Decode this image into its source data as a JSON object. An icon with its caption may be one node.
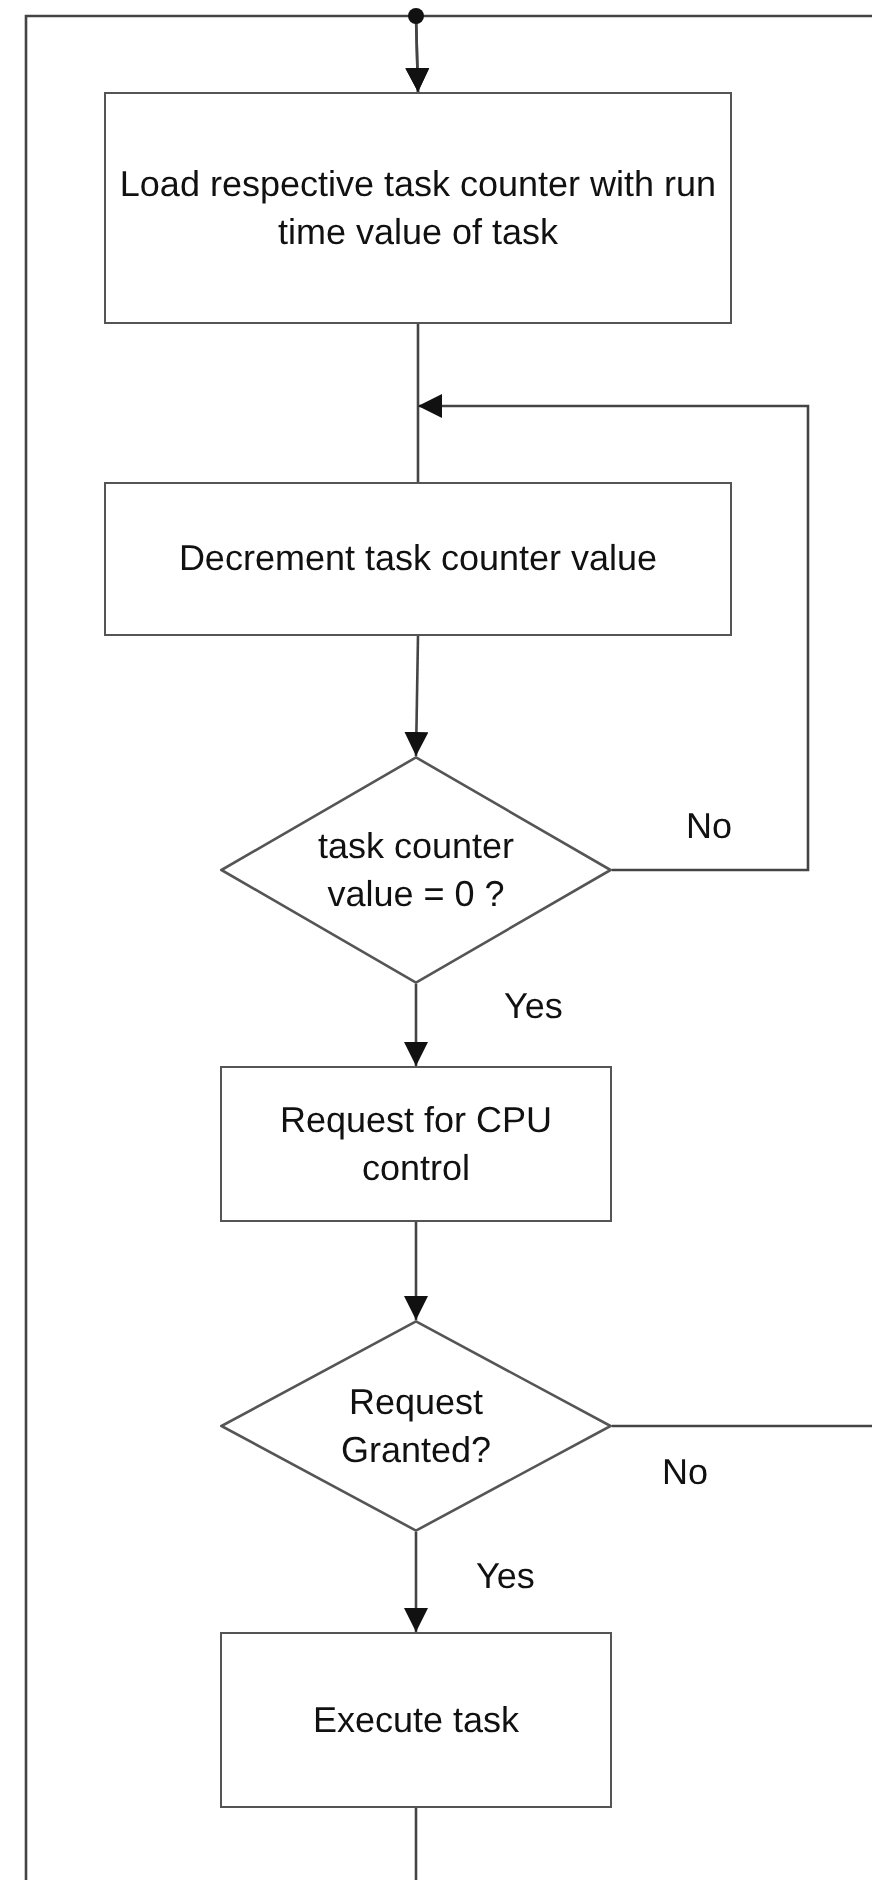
{
  "diagram": {
    "nodes": [
      {
        "text": [
          "Load respective task counter with run time value of task"
        ]
      },
      {
        "text": [
          "Decrement task counter value"
        ]
      },
      {
        "text": [
          "task counter value = 0 ?"
        ]
      },
      {
        "text": [
          "Request for CPU control"
        ]
      },
      {
        "text": [
          "Request Granted?"
        ]
      },
      {
        "text": [
          "Execute task"
        ]
      }
    ],
    "edges": [
      {
        "from": null,
        "to": 0,
        "arrow": "to"
      },
      {
        "from": null,
        "to": 0,
        "arrow": "to"
      },
      {
        "from": 0,
        "to": 1,
        "arrow": "none"
      },
      {
        "from": 1,
        "to": 2,
        "arrow": "to"
      },
      {
        "from": 2,
        "to": 1,
        "arrow": "to",
        "label": "No"
      },
      {
        "from": 2,
        "to": 3,
        "arrow": "to",
        "label": "Yes"
      },
      {
        "from": 3,
        "to": 4,
        "arrow": "to"
      },
      {
        "from": 4,
        "to": null,
        "arrow": "none",
        "label": "No"
      },
      {
        "from": 4,
        "to": 5,
        "arrow": "to",
        "label": "Yes"
      },
      {
        "from": 5,
        "to": null,
        "arrow": "none"
      }
    ]
  }
}
